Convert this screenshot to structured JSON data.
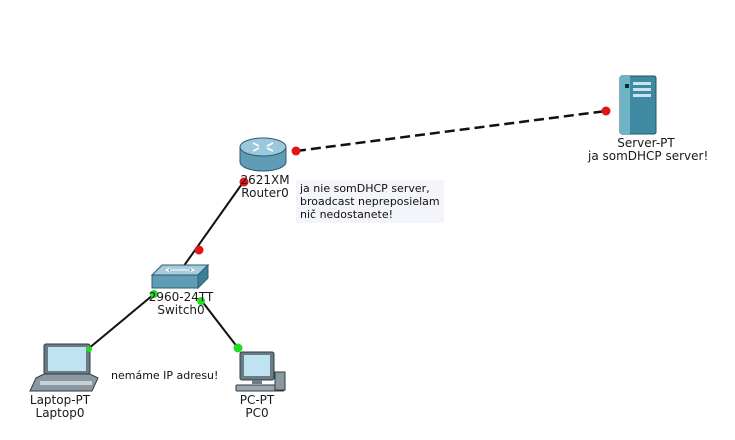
{
  "devices": {
    "router": {
      "model": "2621XM",
      "name": "Router0"
    },
    "switch": {
      "model": "2960-24TT",
      "name": "Switch0"
    },
    "server": {
      "model": "Server-PT",
      "name": "ja somDHCP server!"
    },
    "laptop": {
      "model": "Laptop-PT",
      "name": "Laptop0"
    },
    "pc": {
      "model": "PC-PT",
      "name": "PC0"
    }
  },
  "notes": {
    "router_note": "ja nie somDHCP server,\nbroadcast nepreposielam\nnič nedostanete!",
    "clients_note": "nemáme IP adresu!"
  },
  "colors": {
    "link_up": "#22dd22",
    "link_down": "#e01515",
    "cable": "#111111"
  },
  "icons": {
    "router": "router-icon",
    "switch": "switch-icon",
    "server": "server-icon",
    "laptop": "laptop-icon",
    "pc": "pc-icon"
  }
}
